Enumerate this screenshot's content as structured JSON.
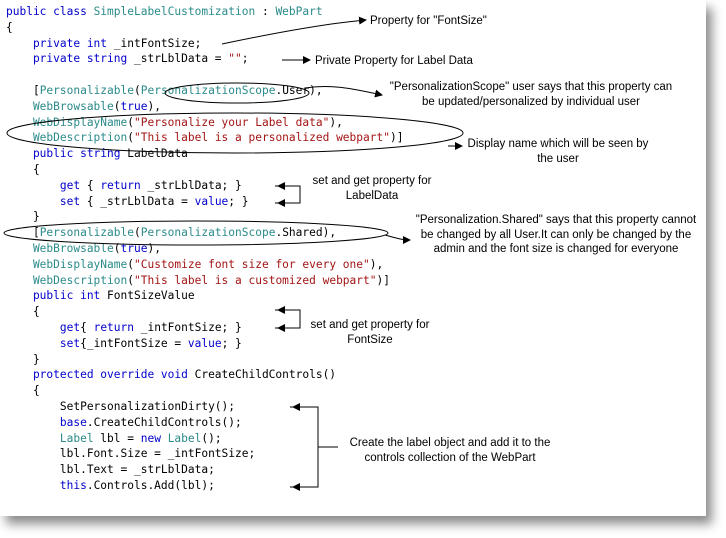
{
  "code_lines": [
    [
      {
        "t": "public class ",
        "c": "kw"
      },
      {
        "t": "SimpleLabelCustomization",
        "c": "ty"
      },
      {
        "t": " : ",
        "c": "pl"
      },
      {
        "t": "WebPart",
        "c": "ty"
      }
    ],
    [
      {
        "t": "{",
        "c": "pl"
      }
    ],
    [
      {
        "t": "    private int ",
        "c": "kw"
      },
      {
        "t": "_intFontSize;",
        "c": "pl"
      }
    ],
    [
      {
        "t": "    private string ",
        "c": "kw"
      },
      {
        "t": "_strLblData = ",
        "c": "pl"
      },
      {
        "t": "\"\"",
        "c": "st"
      },
      {
        "t": ";",
        "c": "pl"
      }
    ],
    [],
    [
      {
        "t": "    [",
        "c": "pl"
      },
      {
        "t": "Personalizable",
        "c": "ty"
      },
      {
        "t": "(",
        "c": "pl"
      },
      {
        "t": "PersonalizationScope",
        "c": "ty"
      },
      {
        "t": ".User),",
        "c": "pl"
      }
    ],
    [
      {
        "t": "    WebBrowsable",
        "c": "ty"
      },
      {
        "t": "(",
        "c": "pl"
      },
      {
        "t": "true",
        "c": "kw"
      },
      {
        "t": "),",
        "c": "pl"
      }
    ],
    [
      {
        "t": "    WebDisplayName",
        "c": "ty"
      },
      {
        "t": "(",
        "c": "pl"
      },
      {
        "t": "\"Personalize your Label data\"",
        "c": "st"
      },
      {
        "t": "),",
        "c": "pl"
      }
    ],
    [
      {
        "t": "    WebDescription",
        "c": "ty"
      },
      {
        "t": "(",
        "c": "pl"
      },
      {
        "t": "\"This label is a personalized webpart\"",
        "c": "st"
      },
      {
        "t": ")]",
        "c": "pl"
      }
    ],
    [
      {
        "t": "    public string ",
        "c": "kw"
      },
      {
        "t": "LabelData",
        "c": "pl"
      }
    ],
    [
      {
        "t": "    {",
        "c": "pl"
      }
    ],
    [
      {
        "t": "        get",
        "c": "kw"
      },
      {
        "t": " { ",
        "c": "pl"
      },
      {
        "t": "return",
        "c": "kw"
      },
      {
        "t": " _strLblData; }",
        "c": "pl"
      }
    ],
    [
      {
        "t": "        set",
        "c": "kw"
      },
      {
        "t": " { _strLblData = ",
        "c": "pl"
      },
      {
        "t": "value",
        "c": "kw"
      },
      {
        "t": "; }",
        "c": "pl"
      }
    ],
    [
      {
        "t": "    }",
        "c": "pl"
      }
    ],
    [
      {
        "t": "    [",
        "c": "pl"
      },
      {
        "t": "Personalizable",
        "c": "ty"
      },
      {
        "t": "(",
        "c": "pl"
      },
      {
        "t": "PersonalizationScope",
        "c": "ty"
      },
      {
        "t": ".Shared),",
        "c": "pl"
      }
    ],
    [
      {
        "t": "    WebBrowsable",
        "c": "ty"
      },
      {
        "t": "(",
        "c": "pl"
      },
      {
        "t": "true",
        "c": "kw"
      },
      {
        "t": "),",
        "c": "pl"
      }
    ],
    [
      {
        "t": "    WebDisplayName",
        "c": "ty"
      },
      {
        "t": "(",
        "c": "pl"
      },
      {
        "t": "\"Customize font size for every one\"",
        "c": "st"
      },
      {
        "t": "),",
        "c": "pl"
      }
    ],
    [
      {
        "t": "    WebDescription",
        "c": "ty"
      },
      {
        "t": "(",
        "c": "pl"
      },
      {
        "t": "\"This label is a customized webpart\"",
        "c": "st"
      },
      {
        "t": ")]",
        "c": "pl"
      }
    ],
    [
      {
        "t": "    public int ",
        "c": "kw"
      },
      {
        "t": "FontSizeValue",
        "c": "pl"
      }
    ],
    [
      {
        "t": "    {",
        "c": "pl"
      }
    ],
    [
      {
        "t": "        get",
        "c": "kw"
      },
      {
        "t": "{ ",
        "c": "pl"
      },
      {
        "t": "return",
        "c": "kw"
      },
      {
        "t": " _intFontSize; }",
        "c": "pl"
      }
    ],
    [
      {
        "t": "        set",
        "c": "kw"
      },
      {
        "t": "{_intFontSize = ",
        "c": "pl"
      },
      {
        "t": "value",
        "c": "kw"
      },
      {
        "t": "; }",
        "c": "pl"
      }
    ],
    [
      {
        "t": "    }",
        "c": "pl"
      }
    ],
    [
      {
        "t": "    protected override void ",
        "c": "kw"
      },
      {
        "t": "CreateChildControls()",
        "c": "pl"
      }
    ],
    [
      {
        "t": "    {",
        "c": "pl"
      }
    ],
    [
      {
        "t": "        SetPersonalizationDirty();",
        "c": "pl"
      }
    ],
    [
      {
        "t": "        base",
        "c": "kw"
      },
      {
        "t": ".CreateChildControls();",
        "c": "pl"
      }
    ],
    [
      {
        "t": "        Label",
        "c": "ty"
      },
      {
        "t": " lbl = ",
        "c": "pl"
      },
      {
        "t": "new",
        "c": "kw"
      },
      {
        "t": " ",
        "c": "pl"
      },
      {
        "t": "Label",
        "c": "ty"
      },
      {
        "t": "();",
        "c": "pl"
      }
    ],
    [
      {
        "t": "        lbl.Font.Size = _intFontSize;",
        "c": "pl"
      }
    ],
    [
      {
        "t": "        lbl.Text = _strLblData;",
        "c": "pl"
      }
    ],
    [
      {
        "t": "        this",
        "c": "kw"
      },
      {
        "t": ".Controls.Add(lbl);",
        "c": "pl"
      }
    ]
  ],
  "annotations": {
    "fontsize_property": "Property for \"FontSize\"",
    "label_data_property": "Private Property for Label Data",
    "user_scope": "\"PersonalizationScope\" user says that this property can be updated/personalized by individual user",
    "display_name": "Display name which will be seen by the user",
    "labeldata_getset": "set and get property for LabelData",
    "shared_scope": "\"Personalization.Shared\" says that this property cannot be changed by all User.It can only be changed by the admin and the font size is changed for everyone",
    "fontsize_getset": "set and get property for FontSize",
    "create_label": "Create the label object and add it to the controls collection of the WebPart"
  },
  "colors": {
    "keyword": "#0000cc",
    "type": "#2b8a8a",
    "string": "#a31515"
  }
}
